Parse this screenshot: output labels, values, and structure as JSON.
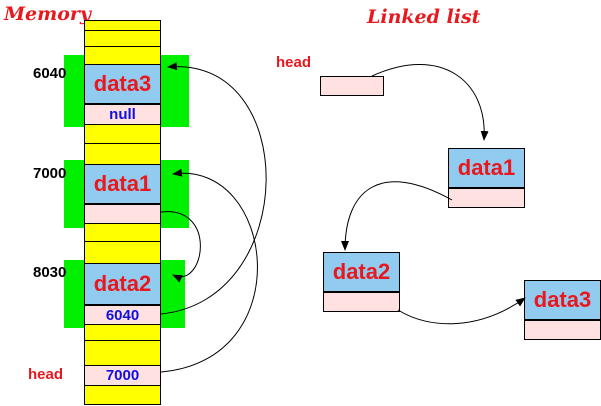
{
  "titles": {
    "memory": "Memory",
    "linked_list": "Linked list"
  },
  "memory": {
    "addresses": [
      "6040",
      "7000",
      "8030"
    ],
    "nodes": [
      {
        "address": "6040",
        "data": "data3",
        "next": "null"
      },
      {
        "address": "7000",
        "data": "data1",
        "next": ""
      },
      {
        "address": "8030",
        "data": "data2",
        "next": "6040"
      }
    ],
    "head_label": "head",
    "head_value": "7000"
  },
  "linked_list": {
    "head_label": "head",
    "nodes": [
      "data1",
      "data2",
      "data3"
    ]
  },
  "colors": {
    "memory_cell": "#ffff00",
    "node_highlight": "#00f000",
    "data_cell": "#92cbf0",
    "pointer_cell": "#ffe1e1",
    "label_red": "#e8191e",
    "value_blue": "#1010e0"
  }
}
